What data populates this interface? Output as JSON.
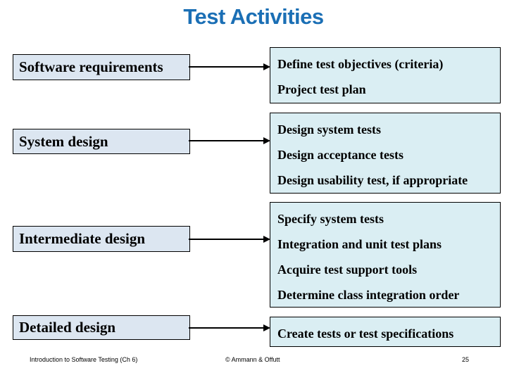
{
  "slide": {
    "title": "Test Activities",
    "colors": {
      "title": "#1b6fb5",
      "left_box_fill": "#dce6f1",
      "right_box_fill": "#daeef3",
      "border": "#000000",
      "arrow": "#000000"
    },
    "phases": [
      {
        "label": "Software requirements",
        "activities": [
          "Define test objectives (criteria)",
          "Project test plan"
        ]
      },
      {
        "label": "System design",
        "activities": [
          "Design system tests",
          "Design acceptance tests",
          "Design usability test, if appropriate"
        ]
      },
      {
        "label": "Intermediate design",
        "activities": [
          "Specify system tests",
          "Integration and unit test plans",
          "Acquire test support tools",
          "Determine class integration order"
        ]
      },
      {
        "label": "Detailed design",
        "activities": [
          "Create tests or test specifications"
        ]
      }
    ],
    "footer": {
      "left": "Introduction to Software Testing (Ch 6)",
      "center": "© Ammann & Offutt",
      "page_number": "25"
    }
  }
}
